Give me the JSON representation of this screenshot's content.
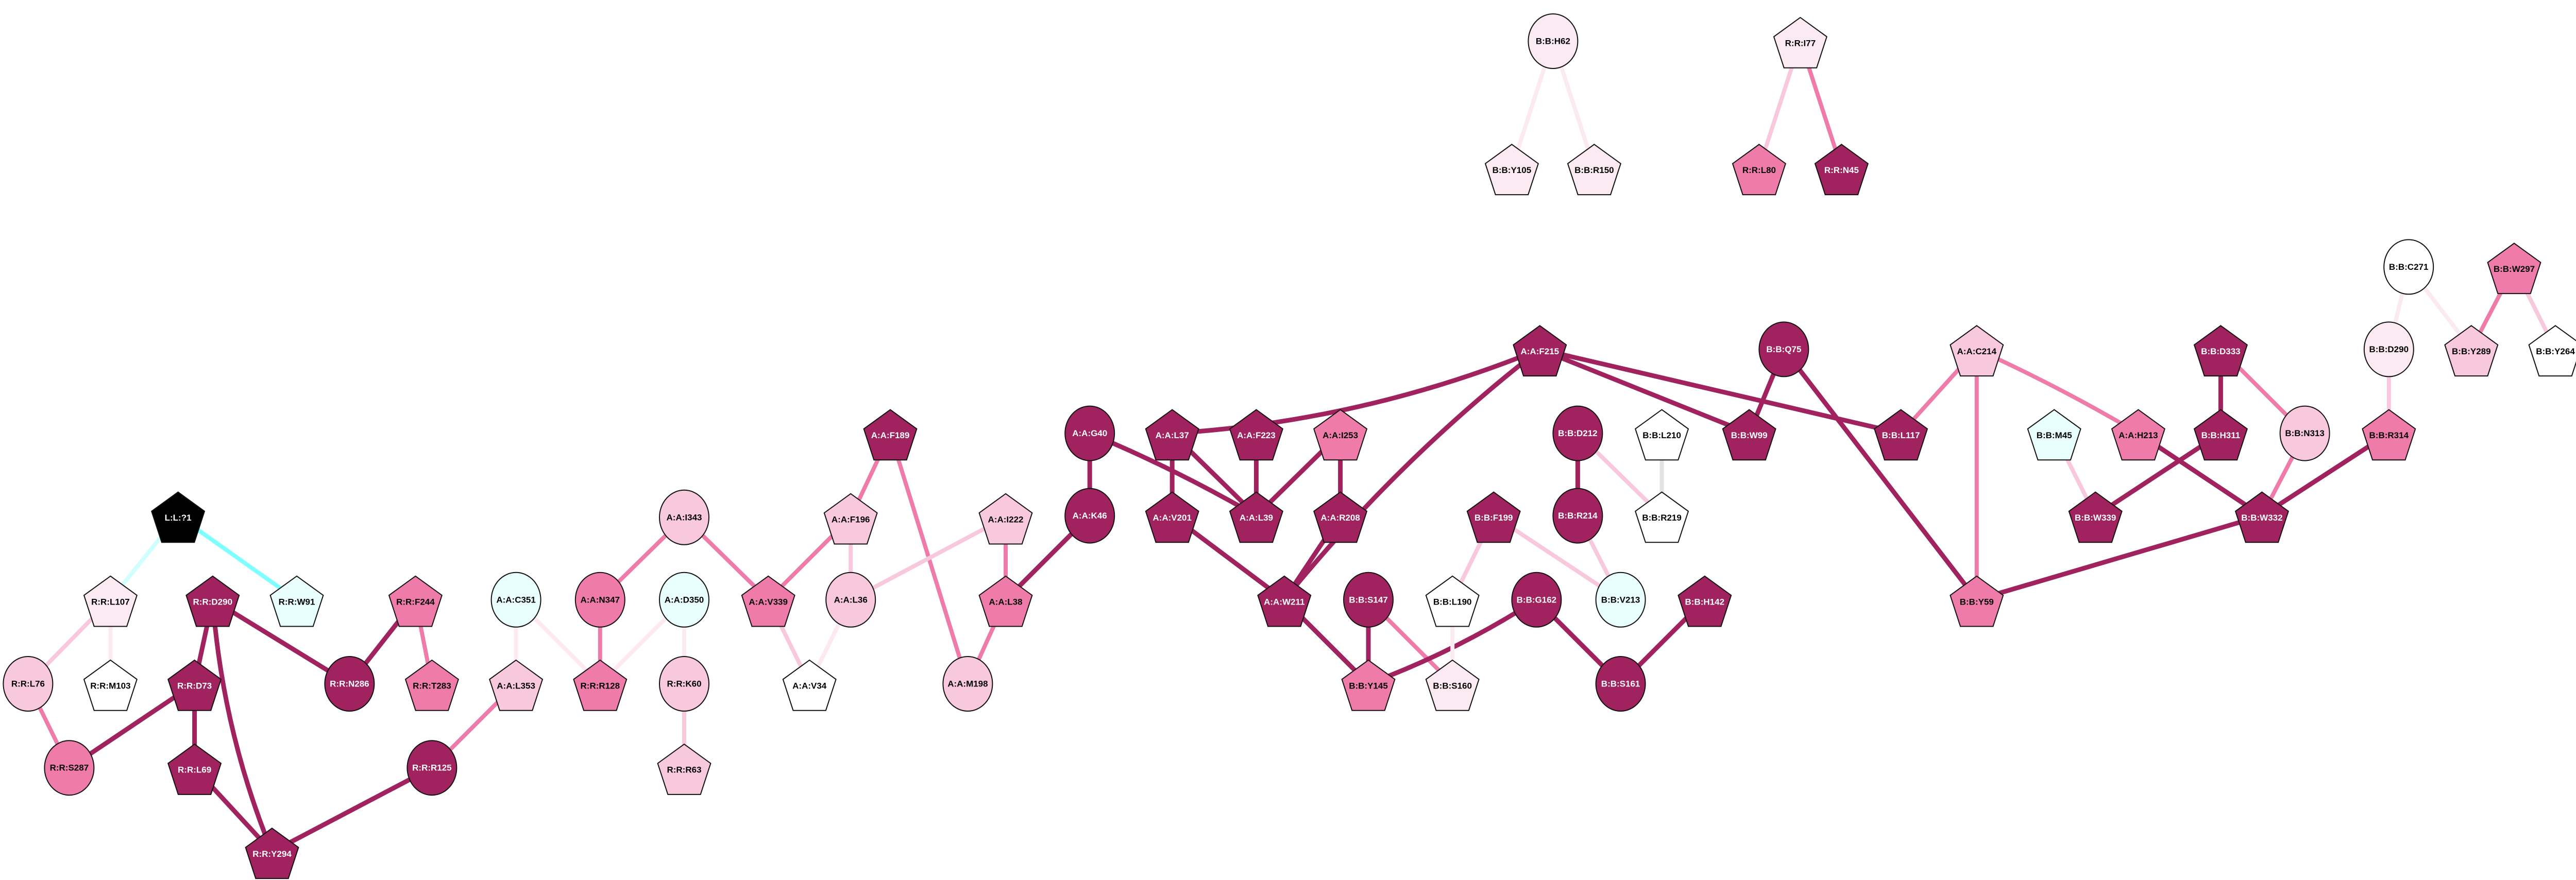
{
  "palette": {
    "dark": "#A0225E",
    "mid": "#EF7BAB",
    "light": "#F8C8DC",
    "verylight": "#FCEAF2",
    "white": "#FFFFFF",
    "cyan": "#E8FFFD",
    "black": "#000000",
    "edge_cyan": "#7FFFFF",
    "edge_lightcyan": "#D0FFFF",
    "edge_gray": "#E2E2E2"
  },
  "nodes": [
    {
      "id": "L:L:?1",
      "shape": "pentagon",
      "color": "black"
    },
    {
      "id": "R:R:L107",
      "shape": "pentagon",
      "color": "verylight"
    },
    {
      "id": "R:R:D290",
      "shape": "pentagon",
      "color": "dark"
    },
    {
      "id": "R:R:W91",
      "shape": "pentagon",
      "color": "cyan"
    },
    {
      "id": "R:R:F244",
      "shape": "pentagon",
      "color": "mid"
    },
    {
      "id": "R:R:L76",
      "shape": "circle",
      "color": "light"
    },
    {
      "id": "R:R:M103",
      "shape": "pentagon",
      "color": "white"
    },
    {
      "id": "R:R:D73",
      "shape": "pentagon",
      "color": "dark"
    },
    {
      "id": "R:R:N286",
      "shape": "circle",
      "color": "dark"
    },
    {
      "id": "R:R:T283",
      "shape": "pentagon",
      "color": "mid"
    },
    {
      "id": "R:R:S287",
      "shape": "circle",
      "color": "mid"
    },
    {
      "id": "R:R:L69",
      "shape": "pentagon",
      "color": "dark"
    },
    {
      "id": "R:R:R125",
      "shape": "circle",
      "color": "dark"
    },
    {
      "id": "R:R:Y294",
      "shape": "pentagon",
      "color": "dark"
    },
    {
      "id": "A:A:C351",
      "shape": "circle",
      "color": "cyan"
    },
    {
      "id": "A:A:I343",
      "shape": "circle",
      "color": "light"
    },
    {
      "id": "A:A:N347",
      "shape": "circle",
      "color": "mid"
    },
    {
      "id": "A:A:D350",
      "shape": "circle",
      "color": "cyan"
    },
    {
      "id": "A:A:L353",
      "shape": "pentagon",
      "color": "light"
    },
    {
      "id": "R:R:R128",
      "shape": "pentagon",
      "color": "mid"
    },
    {
      "id": "R:R:K60",
      "shape": "circle",
      "color": "light"
    },
    {
      "id": "R:R:R63",
      "shape": "pentagon",
      "color": "light"
    },
    {
      "id": "A:A:F189",
      "shape": "pentagon",
      "color": "dark"
    },
    {
      "id": "A:A:F196",
      "shape": "pentagon",
      "color": "light"
    },
    {
      "id": "A:A:V339",
      "shape": "pentagon",
      "color": "mid"
    },
    {
      "id": "A:A:L36",
      "shape": "circle",
      "color": "light"
    },
    {
      "id": "A:A:V34",
      "shape": "pentagon",
      "color": "white"
    },
    {
      "id": "A:A:I222",
      "shape": "pentagon",
      "color": "light"
    },
    {
      "id": "A:A:L38",
      "shape": "pentagon",
      "color": "mid"
    },
    {
      "id": "A:A:M198",
      "shape": "circle",
      "color": "light"
    },
    {
      "id": "A:A:G40",
      "shape": "circle",
      "color": "dark"
    },
    {
      "id": "A:A:K46",
      "shape": "circle",
      "color": "dark"
    },
    {
      "id": "A:A:L37",
      "shape": "pentagon",
      "color": "dark"
    },
    {
      "id": "A:A:F223",
      "shape": "pentagon",
      "color": "dark"
    },
    {
      "id": "A:A:I253",
      "shape": "pentagon",
      "color": "mid"
    },
    {
      "id": "A:A:V201",
      "shape": "pentagon",
      "color": "dark"
    },
    {
      "id": "A:A:L39",
      "shape": "pentagon",
      "color": "dark"
    },
    {
      "id": "A:A:R208",
      "shape": "pentagon",
      "color": "dark"
    },
    {
      "id": "A:A:F215",
      "shape": "pentagon",
      "color": "dark"
    },
    {
      "id": "A:A:W211",
      "shape": "pentagon",
      "color": "dark"
    },
    {
      "id": "B:B:S147",
      "shape": "circle",
      "color": "dark"
    },
    {
      "id": "B:B:Y145",
      "shape": "pentagon",
      "color": "mid"
    },
    {
      "id": "B:B:F199",
      "shape": "pentagon",
      "color": "dark"
    },
    {
      "id": "B:B:L190",
      "shape": "pentagon",
      "color": "white"
    },
    {
      "id": "B:B:S160",
      "shape": "pentagon",
      "color": "verylight"
    },
    {
      "id": "B:B:G162",
      "shape": "circle",
      "color": "dark"
    },
    {
      "id": "B:B:S161",
      "shape": "circle",
      "color": "dark"
    },
    {
      "id": "B:B:H142",
      "shape": "pentagon",
      "color": "dark"
    },
    {
      "id": "B:B:V213",
      "shape": "circle",
      "color": "cyan"
    },
    {
      "id": "B:B:D212",
      "shape": "circle",
      "color": "dark"
    },
    {
      "id": "B:B:R214",
      "shape": "circle",
      "color": "dark"
    },
    {
      "id": "B:B:L210",
      "shape": "pentagon",
      "color": "white"
    },
    {
      "id": "B:B:R219",
      "shape": "pentagon",
      "color": "white"
    },
    {
      "id": "B:B:W99",
      "shape": "pentagon",
      "color": "dark"
    },
    {
      "id": "B:B:Q75",
      "shape": "circle",
      "color": "dark"
    },
    {
      "id": "B:B:L117",
      "shape": "pentagon",
      "color": "dark"
    },
    {
      "id": "A:A:C214",
      "shape": "pentagon",
      "color": "light"
    },
    {
      "id": "B:B:Y59",
      "shape": "pentagon",
      "color": "mid"
    },
    {
      "id": "B:B:M45",
      "shape": "pentagon",
      "color": "cyan"
    },
    {
      "id": "A:A:H213",
      "shape": "pentagon",
      "color": "mid"
    },
    {
      "id": "B:B:D333",
      "shape": "pentagon",
      "color": "dark"
    },
    {
      "id": "B:B:H311",
      "shape": "pentagon",
      "color": "dark"
    },
    {
      "id": "B:B:N313",
      "shape": "circle",
      "color": "light"
    },
    {
      "id": "B:B:W339",
      "shape": "pentagon",
      "color": "dark"
    },
    {
      "id": "B:B:W332",
      "shape": "pentagon",
      "color": "dark"
    },
    {
      "id": "B:B:R314",
      "shape": "pentagon",
      "color": "mid"
    },
    {
      "id": "B:B:D290",
      "shape": "circle",
      "color": "verylight"
    },
    {
      "id": "B:B:C271",
      "shape": "circle",
      "color": "white"
    },
    {
      "id": "B:B:W297",
      "shape": "pentagon",
      "color": "mid"
    },
    {
      "id": "B:B:Y289",
      "shape": "pentagon",
      "color": "light"
    },
    {
      "id": "B:B:Y264",
      "shape": "pentagon",
      "color": "white"
    },
    {
      "id": "B:B:H62",
      "shape": "circle",
      "color": "verylight"
    },
    {
      "id": "B:B:Y105",
      "shape": "pentagon",
      "color": "verylight"
    },
    {
      "id": "B:B:R150",
      "shape": "pentagon",
      "color": "verylight"
    },
    {
      "id": "R:R:I77",
      "shape": "pentagon",
      "color": "verylight"
    },
    {
      "id": "R:R:L80",
      "shape": "pentagon",
      "color": "mid"
    },
    {
      "id": "R:R:N45",
      "shape": "pentagon",
      "color": "dark"
    }
  ],
  "edges": [
    [
      "L:L:?1",
      "R:R:L107",
      "edge_lightcyan"
    ],
    [
      "L:L:?1",
      "R:R:W91",
      "edge_cyan"
    ],
    [
      "R:R:L107",
      "R:R:L76",
      "light"
    ],
    [
      "R:R:L107",
      "R:R:M103",
      "verylight"
    ],
    [
      "R:R:L76",
      "R:R:S287",
      "mid"
    ],
    [
      "R:R:D290",
      "R:R:D73",
      "dark"
    ],
    [
      "R:R:D290",
      "R:R:Y294",
      "dark"
    ],
    [
      "R:R:D290",
      "R:R:N286",
      "dark"
    ],
    [
      "R:R:F244",
      "R:R:N286",
      "dark"
    ],
    [
      "R:R:F244",
      "R:R:T283",
      "mid"
    ],
    [
      "R:R:D73",
      "R:R:S287",
      "dark"
    ],
    [
      "R:R:D73",
      "R:R:L69",
      "dark"
    ],
    [
      "R:R:L69",
      "R:R:Y294",
      "dark"
    ],
    [
      "R:R:R125",
      "R:R:Y294",
      "dark"
    ],
    [
      "A:A:L353",
      "R:R:R125",
      "mid"
    ],
    [
      "A:A:C351",
      "A:A:L353",
      "verylight"
    ],
    [
      "A:A:C351",
      "R:R:R128",
      "verylight"
    ],
    [
      "A:A:I343",
      "A:A:N347",
      "mid"
    ],
    [
      "A:A:I343",
      "A:A:V339",
      "mid"
    ],
    [
      "A:A:N347",
      "R:R:R128",
      "mid"
    ],
    [
      "A:A:D350",
      "R:R:R128",
      "verylight"
    ],
    [
      "A:A:D350",
      "R:R:K60",
      "verylight"
    ],
    [
      "R:R:K60",
      "R:R:R63",
      "light"
    ],
    [
      "A:A:F189",
      "A:A:F196",
      "mid"
    ],
    [
      "A:A:F189",
      "A:A:M198",
      "mid"
    ],
    [
      "A:A:F196",
      "A:A:V339",
      "mid"
    ],
    [
      "A:A:F196",
      "A:A:L36",
      "light"
    ],
    [
      "A:A:V339",
      "A:A:V34",
      "light"
    ],
    [
      "A:A:L36",
      "A:A:V34",
      "verylight"
    ],
    [
      "A:A:I222",
      "A:A:L36",
      "light"
    ],
    [
      "A:A:I222",
      "A:A:L38",
      "mid"
    ],
    [
      "A:A:L38",
      "A:A:M198",
      "mid"
    ],
    [
      "A:A:L38",
      "A:A:K46",
      "dark"
    ],
    [
      "A:A:G40",
      "A:A:K46",
      "dark"
    ],
    [
      "A:A:G40",
      "A:A:L39",
      "dark"
    ],
    [
      "A:A:L37",
      "A:A:V201",
      "dark"
    ],
    [
      "A:A:L37",
      "A:A:L39",
      "dark"
    ],
    [
      "A:A:F223",
      "A:A:L39",
      "dark"
    ],
    [
      "A:A:I253",
      "A:A:L39",
      "dark"
    ],
    [
      "A:A:I253",
      "A:A:R208",
      "dark"
    ],
    [
      "A:A:F215",
      "A:A:L37",
      "dark"
    ],
    [
      "A:A:F215",
      "A:A:W211",
      "dark"
    ],
    [
      "A:A:F215",
      "B:B:W99",
      "dark"
    ],
    [
      "A:A:F215",
      "B:B:L117",
      "dark"
    ],
    [
      "A:A:V201",
      "A:A:W211",
      "dark"
    ],
    [
      "A:A:R208",
      "A:A:W211",
      "dark"
    ],
    [
      "A:A:W211",
      "B:B:Y145",
      "dark"
    ],
    [
      "B:B:S147",
      "B:B:Y145",
      "dark"
    ],
    [
      "B:B:S147",
      "B:B:S160",
      "mid"
    ],
    [
      "B:B:G162",
      "B:B:Y145",
      "dark"
    ],
    [
      "B:B:G162",
      "B:B:S161",
      "dark"
    ],
    [
      "B:B:H142",
      "B:B:S161",
      "dark"
    ],
    [
      "B:B:F199",
      "B:B:L190",
      "light"
    ],
    [
      "B:B:F199",
      "B:B:V213",
      "light"
    ],
    [
      "B:B:L190",
      "B:B:S160",
      "verylight"
    ],
    [
      "B:B:D212",
      "B:B:R214",
      "dark"
    ],
    [
      "B:B:D212",
      "B:B:R219",
      "light"
    ],
    [
      "B:B:L210",
      "B:B:R219",
      "edge_gray"
    ],
    [
      "B:B:R214",
      "B:B:V213",
      "light"
    ],
    [
      "B:B:Q75",
      "B:B:W99",
      "dark"
    ],
    [
      "B:B:Q75",
      "B:B:Y59",
      "dark"
    ],
    [
      "A:A:C214",
      "B:B:L117",
      "mid"
    ],
    [
      "A:A:C214",
      "B:B:Y59",
      "mid"
    ],
    [
      "A:A:C214",
      "A:A:H213",
      "mid"
    ],
    [
      "B:B:M45",
      "B:B:W339",
      "light"
    ],
    [
      "A:A:H213",
      "B:B:W332",
      "dark"
    ],
    [
      "B:B:D333",
      "B:B:H311",
      "dark"
    ],
    [
      "B:B:D333",
      "B:B:N313",
      "mid"
    ],
    [
      "B:B:H311",
      "B:B:W339",
      "dark"
    ],
    [
      "B:B:N313",
      "B:B:W332",
      "mid"
    ],
    [
      "B:B:R314",
      "B:B:W332",
      "dark"
    ],
    [
      "B:B:W332",
      "B:B:Y59",
      "dark"
    ],
    [
      "B:B:D290",
      "B:B:R314",
      "light"
    ],
    [
      "B:B:C271",
      "B:B:D290",
      "verylight"
    ],
    [
      "B:B:C271",
      "B:B:Y289",
      "verylight"
    ],
    [
      "B:B:W297",
      "B:B:Y289",
      "mid"
    ],
    [
      "B:B:W297",
      "B:B:Y264",
      "light"
    ],
    [
      "B:B:H62",
      "B:B:Y105",
      "verylight"
    ],
    [
      "B:B:H62",
      "B:B:R150",
      "verylight"
    ],
    [
      "R:R:I77",
      "R:R:L80",
      "light"
    ],
    [
      "R:R:I77",
      "R:R:N45",
      "mid"
    ]
  ]
}
